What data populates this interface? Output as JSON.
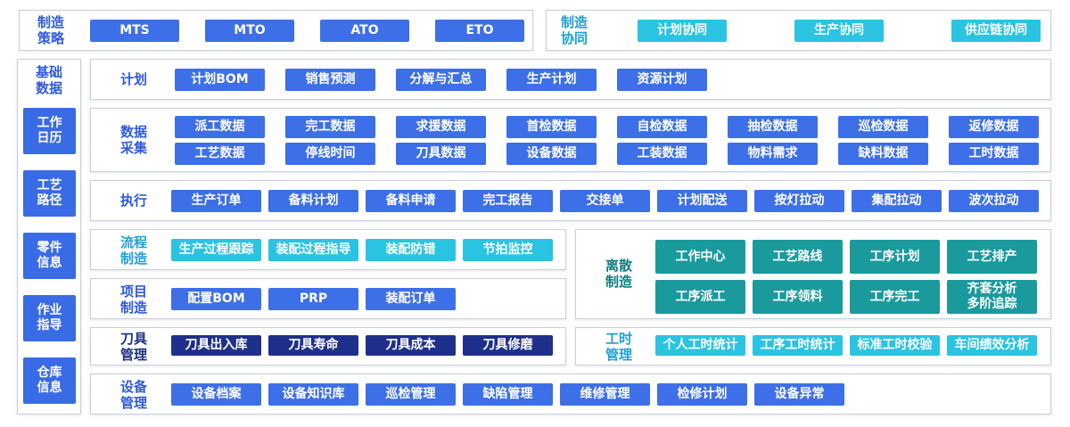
{
  "strategy": {
    "label": "制造\n策略",
    "items": [
      "MTS",
      "MTO",
      "ATO",
      "ETO"
    ]
  },
  "collab": {
    "label": "制造\n协同",
    "items": [
      "计划协同",
      "生产协同",
      "供应链协同"
    ]
  },
  "sidebar": {
    "title": "基础\n数据",
    "items": [
      "工作\n日历",
      "工艺\n路径",
      "零件\n信息",
      "作业\n指导",
      "仓库\n信息"
    ]
  },
  "plan": {
    "label": "计划",
    "items": [
      "计划BOM",
      "销售预测",
      "分解与汇总",
      "生产计划",
      "资源计划"
    ]
  },
  "collect": {
    "label": "数据\n采集",
    "row1": [
      "派工数据",
      "完工数据",
      "求援数据",
      "首检数据",
      "自检数据",
      "抽检数据",
      "巡检数据",
      "返修数据"
    ],
    "row2": [
      "工艺数据",
      "停线时间",
      "刀具数据",
      "设备数据",
      "工装数据",
      "物料需求",
      "缺料数据",
      "工时数据"
    ]
  },
  "exec": {
    "label": "执行",
    "items": [
      "生产订单",
      "备料计划",
      "备料申请",
      "完工报告",
      "交接单",
      "计划配送",
      "按灯拉动",
      "集配拉动",
      "波次拉动"
    ]
  },
  "flow": {
    "label": "流程\n制造",
    "items": [
      "生产过程跟踪",
      "装配过程指导",
      "装配防错",
      "节拍监控"
    ]
  },
  "project": {
    "label": "项目\n制造",
    "items": [
      "配置BOM",
      "PRP",
      "装配订单"
    ]
  },
  "tool": {
    "label": "刀具\n管理",
    "items": [
      "刀具出入库",
      "刀具寿命",
      "刀具成本",
      "刀具修磨"
    ]
  },
  "discrete": {
    "label": "离散\n制造",
    "items": [
      "工作中心",
      "工艺路线",
      "工序计划",
      "工艺排产",
      "工序派工",
      "工序领料",
      "工序完工",
      "齐套分析\n多阶追踪"
    ]
  },
  "hours": {
    "label": "工时\n管理",
    "items": [
      "个人工时统计",
      "工序工时统计",
      "标准工时校验",
      "车间绩效分析"
    ]
  },
  "equip": {
    "label": "设备\n管理",
    "items": [
      "设备档案",
      "设备知识库",
      "巡检管理",
      "缺陷管理",
      "维修管理",
      "检修计划",
      "设备异常"
    ]
  },
  "colors": {
    "blue": "#3d6fe8",
    "cyan": "#2bc3e2",
    "navy": "#1f2f8c",
    "teal": "#1a9a9d"
  }
}
